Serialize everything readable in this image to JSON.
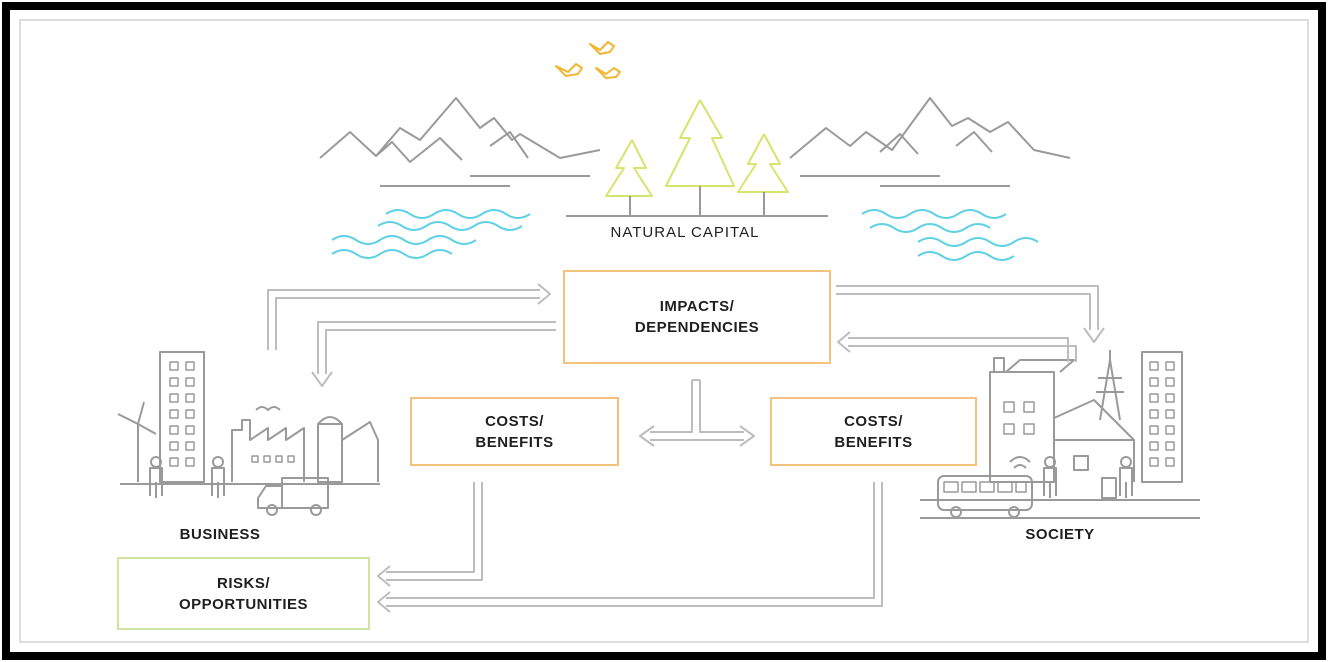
{
  "labels": {
    "natural_capital": "NATURAL CAPITAL",
    "business": "BUSINESS",
    "society": "SOCIETY"
  },
  "boxes": {
    "impacts": "IMPACTS/\nDEPENDENCIES",
    "costs_left": "COSTS/\nBENEFITS",
    "costs_right": "COSTS/\nBENEFITS",
    "risks": "RISKS/\nOPPORTUNITIES"
  },
  "colors": {
    "frame": "#000000",
    "line_art": "#9a9a9a",
    "trees": "#d6e36c",
    "water": "#5fd0e6",
    "birds": "#f2b632",
    "box_orange": "#f3c27f",
    "box_green": "#cfe3a2",
    "arrow": "#bdbdbd"
  }
}
